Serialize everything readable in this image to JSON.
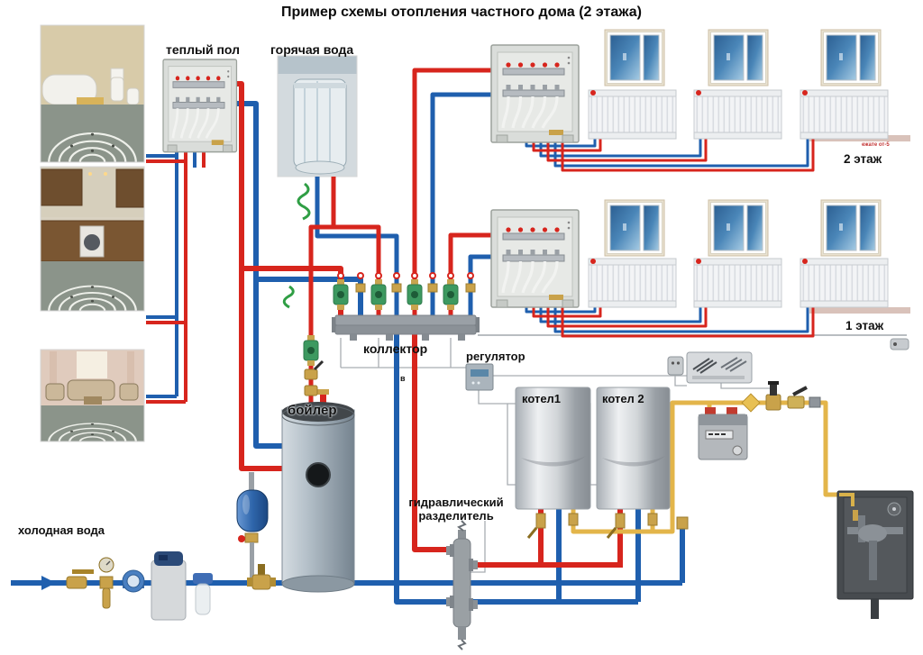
{
  "title": "Пример схемы отопления частного дома (2 этажа)",
  "labels": {
    "warm_floor": "теплый пол",
    "hot_water": "горячая вода",
    "floor_2": "2 этаж",
    "floor_1": "1 этаж",
    "collector": "коллектор",
    "regulator": "регулятор",
    "boiler_1": "котел1",
    "boiler_2": "котел 2",
    "storage_tank": "бойлер",
    "hydraulic_separator": "гидравлический разделитель",
    "cold_water": "холодная вода",
    "marker_b": "в",
    "watermark": "ежате от-5"
  },
  "colors": {
    "supply_pipe": "#d7251d",
    "return_pipe": "#1f5fae",
    "gas_pipe": "#e3b54a",
    "marker_green": "#2f9e44"
  }
}
